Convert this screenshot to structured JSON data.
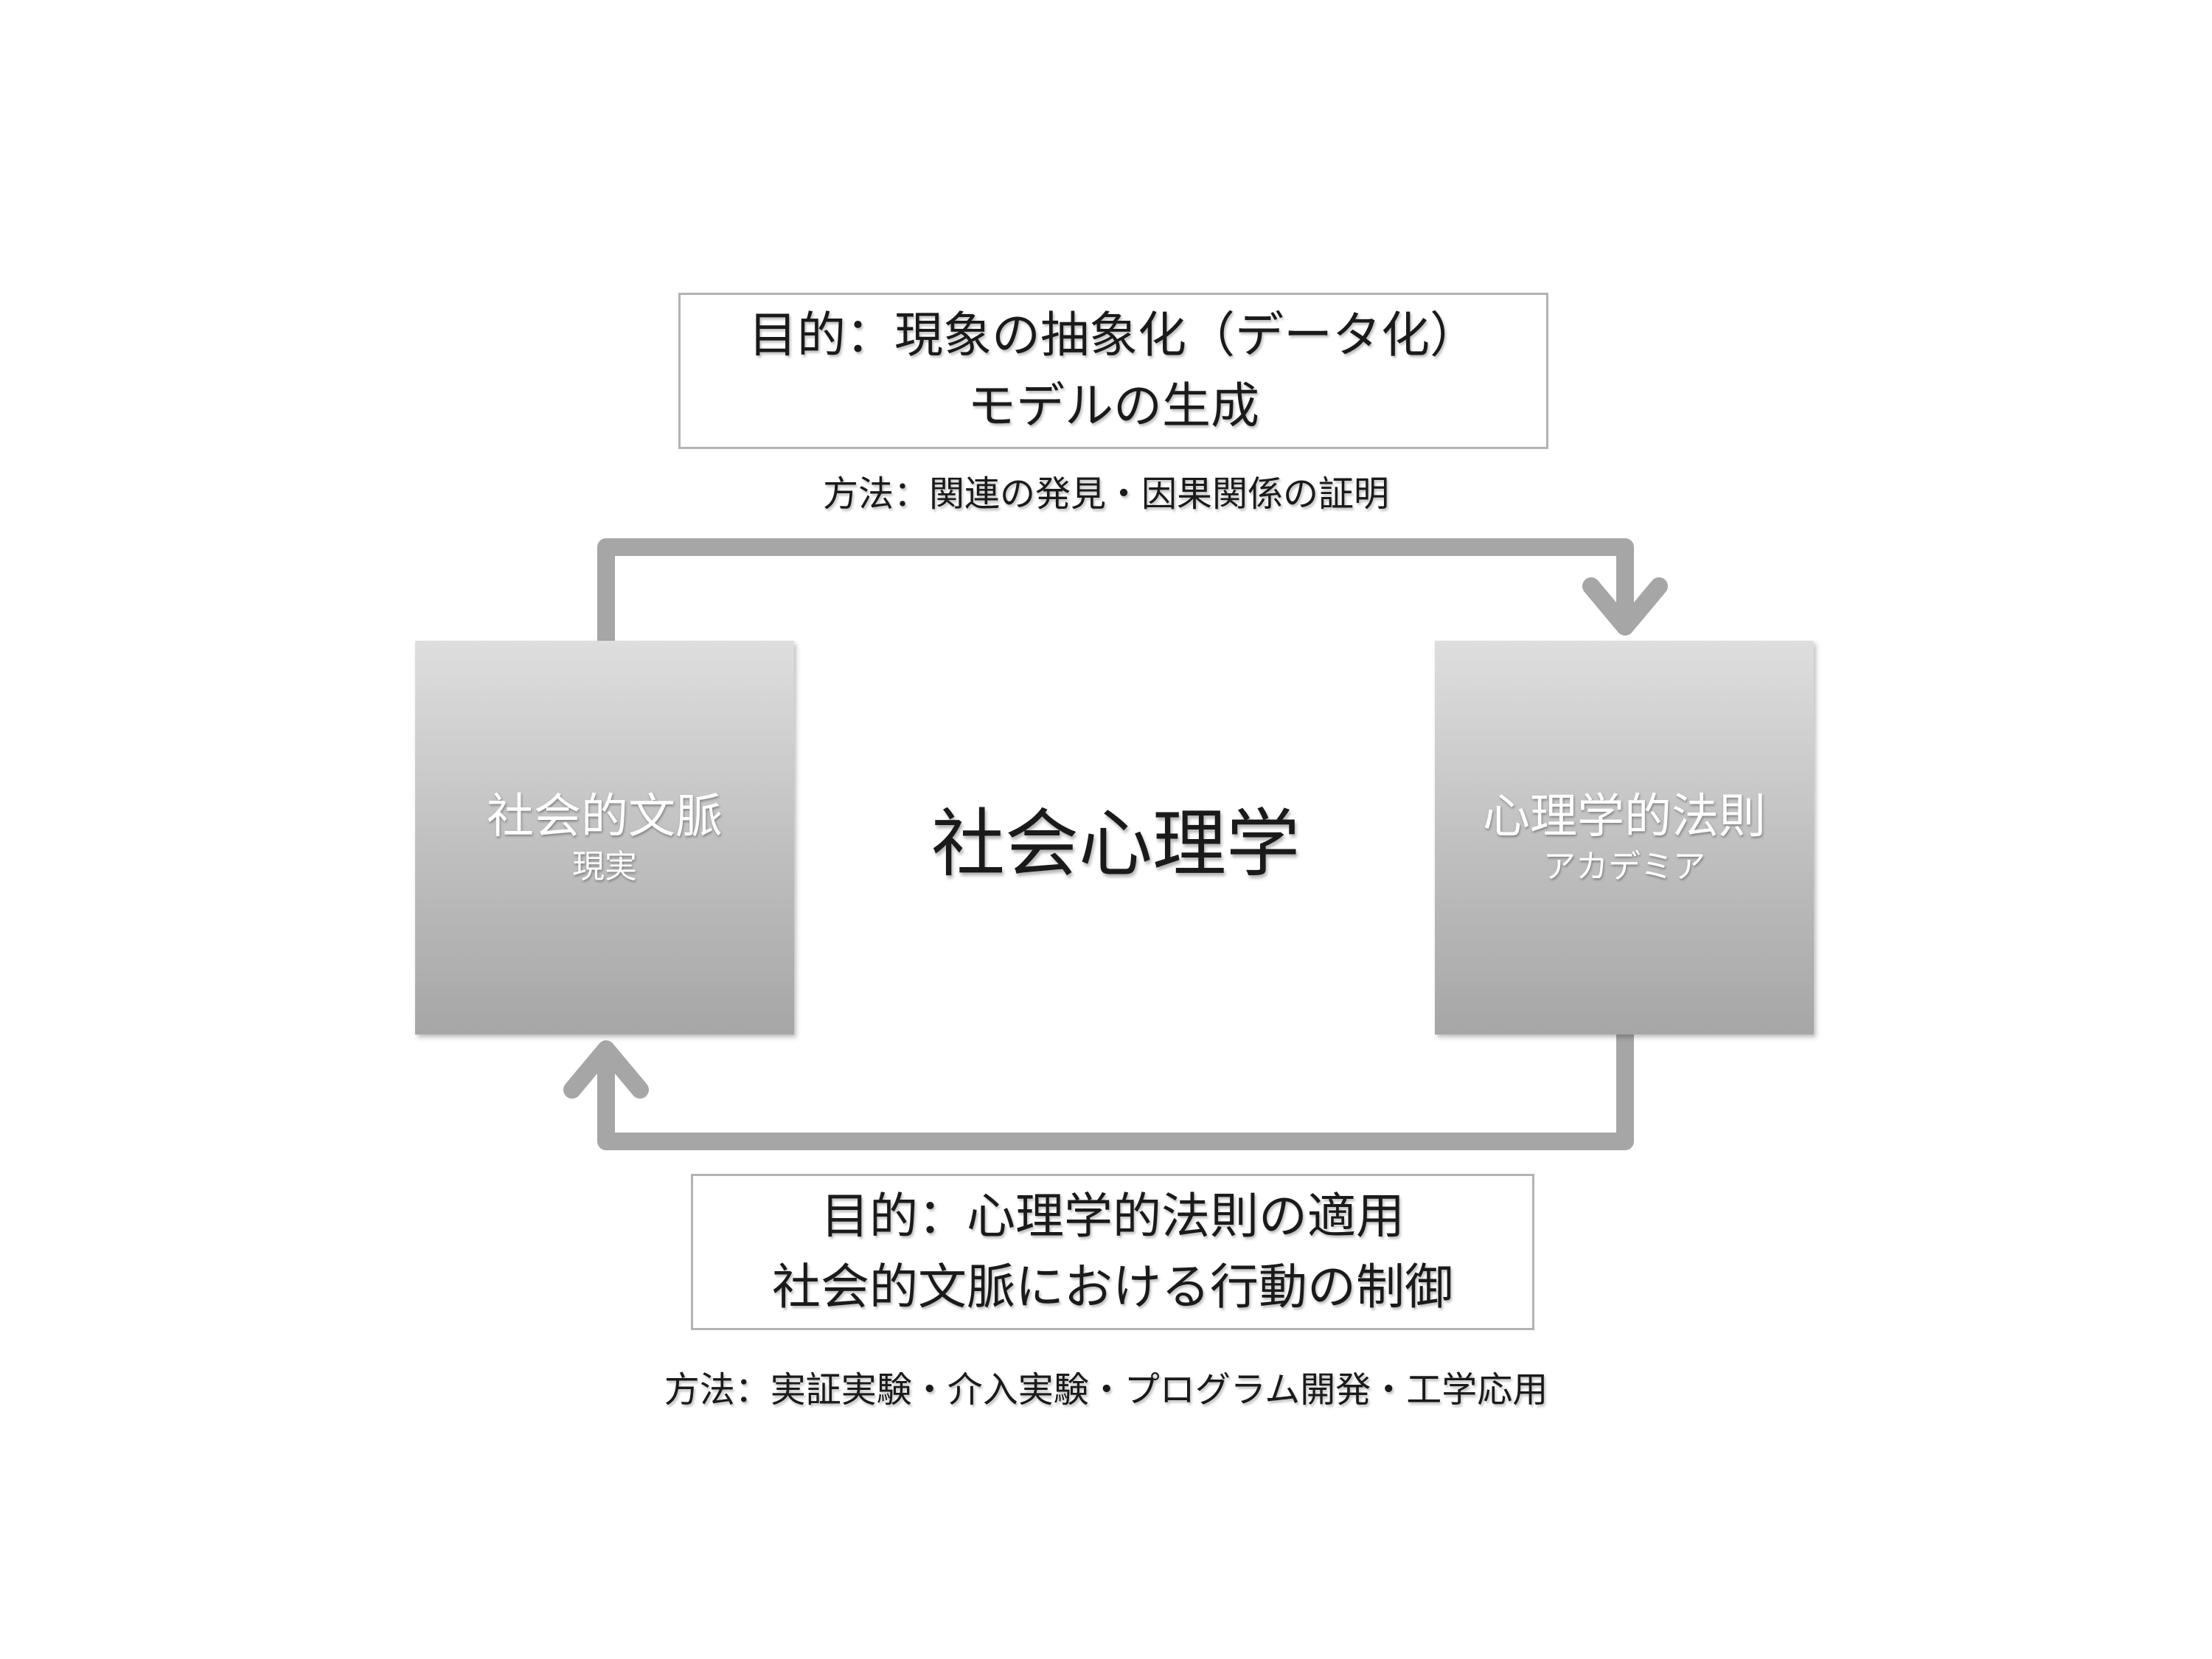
{
  "title": "社会心理学",
  "top": {
    "purpose_lines": [
      "目的：現象の抽象化（データ化）",
      "モデルの生成"
    ],
    "method": "方法：関連の発見・因果関係の証明"
  },
  "left_node": {
    "title": "社会的文脈",
    "subtitle": "現実"
  },
  "right_node": {
    "title": "心理学的法則",
    "subtitle": "アカデミア"
  },
  "bottom": {
    "purpose_lines": [
      "目的：心理学的法則の適用",
      "社会的文脈における行動の制御"
    ],
    "method": "方法：実証実験・介入実験・プログラム開発・工学応用"
  },
  "colors": {
    "connector": "#a6a6a6",
    "node_top": "#dedede",
    "node_bottom": "#a6a6a6",
    "box_border": "#b3b3b3"
  }
}
